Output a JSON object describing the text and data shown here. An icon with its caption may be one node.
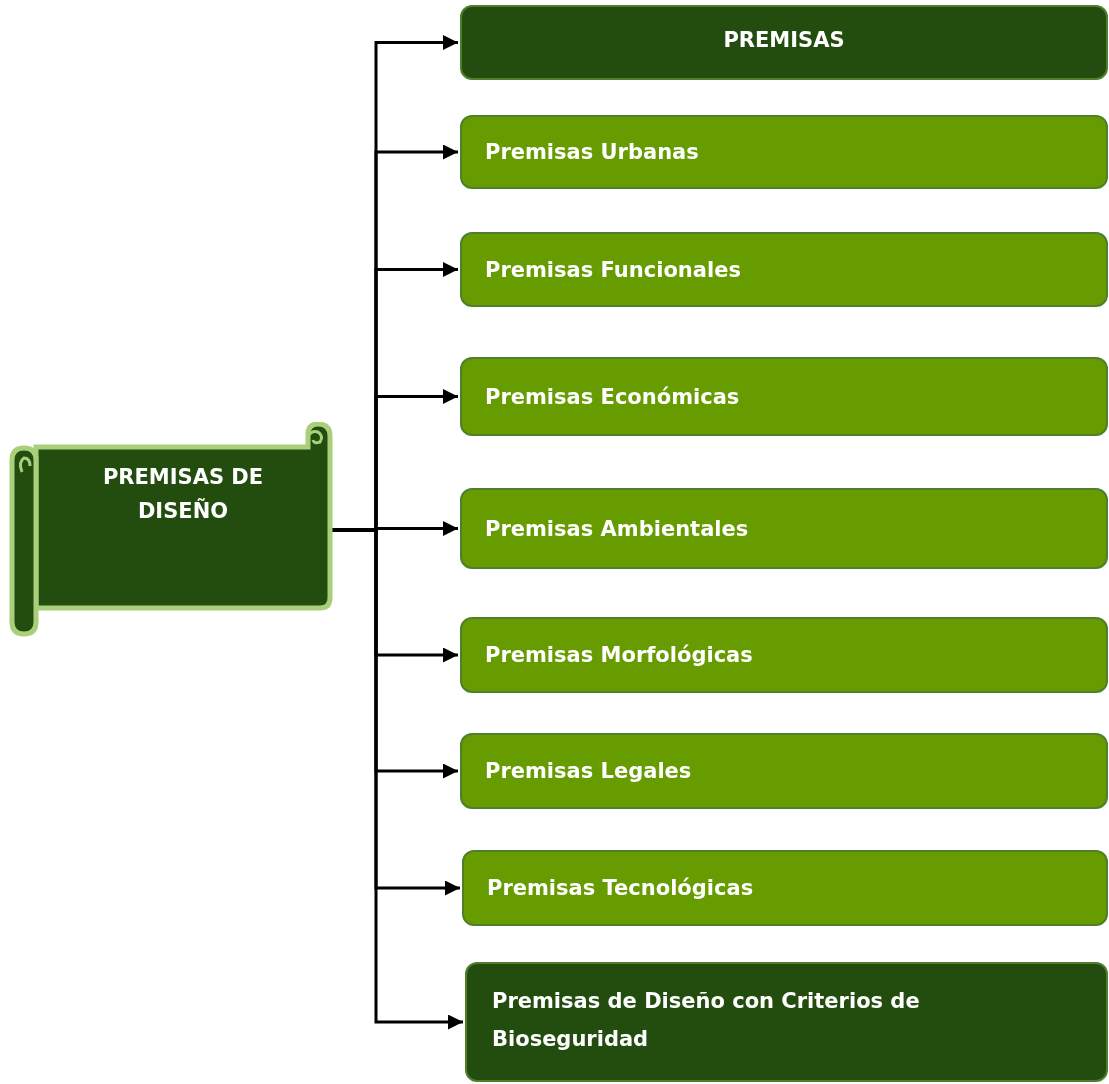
{
  "diagram": {
    "nodes": [
      {
        "text": [
          "PREMISAS DE DISEÑO"
        ]
      },
      {
        "text": [
          "PREMISAS"
        ]
      },
      {
        "text": [
          "Premisas Urbanas"
        ]
      },
      {
        "text": [
          "Premisas Funcionales"
        ]
      },
      {
        "text": [
          "Premisas Económicas"
        ]
      },
      {
        "text": [
          "Premisas Ambientales"
        ]
      },
      {
        "text": [
          "Premisas Morfológicas"
        ]
      },
      {
        "text": [
          "Premisas Legales"
        ]
      },
      {
        "text": [
          "Premisas Tecnológicas"
        ]
      },
      {
        "text": [
          "Premisas de Diseño con Criterios de Bioseguridad"
        ]
      }
    ],
    "edges": [
      {
        "from": 0,
        "to": 1,
        "arrow": "to"
      },
      {
        "from": 0,
        "to": 2,
        "arrow": "to"
      },
      {
        "from": 0,
        "to": 3,
        "arrow": "to"
      },
      {
        "from": 0,
        "to": 4,
        "arrow": "to"
      },
      {
        "from": 0,
        "to": 5,
        "arrow": "to"
      },
      {
        "from": 0,
        "to": 6,
        "arrow": "to"
      },
      {
        "from": 0,
        "to": 7,
        "arrow": "to"
      },
      {
        "from": 0,
        "to": 8,
        "arrow": "to"
      },
      {
        "from": 0,
        "to": 9,
        "arrow": "to"
      }
    ]
  }
}
